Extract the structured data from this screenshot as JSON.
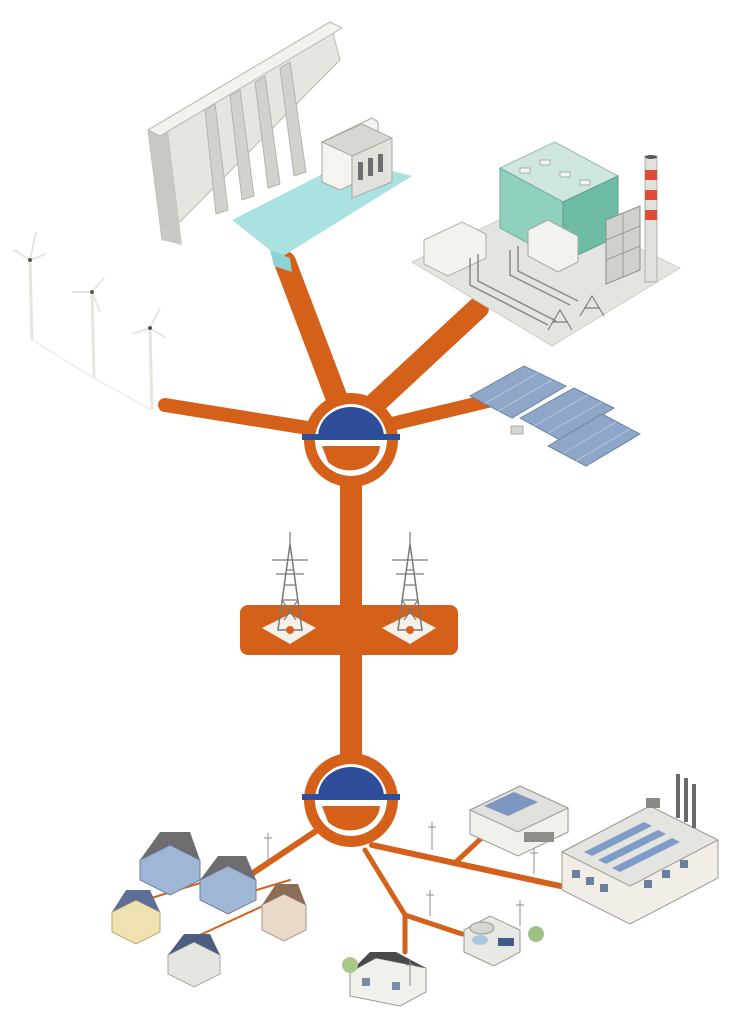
{
  "diagram": {
    "colors": {
      "grid_orange": "#D4601A",
      "hub_blue": "#2E4E9A",
      "dam_concrete": "#D9D9D4",
      "water": "#A9E2E0",
      "plant_green": "#8FD1BE",
      "stack_red": "#E04A3A",
      "solar_blue": "#8EA7C8",
      "house_tan": "#EFE1B0",
      "building_gray": "#E8E8E4"
    },
    "generation_sources": [
      {
        "name": "hydroelectric-dam",
        "icon": "dam-icon"
      },
      {
        "name": "power-plant",
        "icon": "factory-smokestack-icon"
      },
      {
        "name": "wind-turbines",
        "icon": "wind-turbine-icon"
      },
      {
        "name": "solar-farm",
        "icon": "solar-panel-icon"
      }
    ],
    "hubs": [
      {
        "name": "generation-hub",
        "icon": "electricity-e-icon"
      },
      {
        "name": "distribution-hub",
        "icon": "electricity-e-icon"
      }
    ],
    "transmission": {
      "towers": 2,
      "icon": "transmission-tower-icon"
    },
    "consumers": [
      {
        "name": "residential-houses",
        "icon": "house-icon",
        "count": 5
      },
      {
        "name": "townhouses",
        "icon": "townhouse-icon"
      },
      {
        "name": "commercial-building",
        "icon": "store-icon"
      },
      {
        "name": "office-building",
        "icon": "office-icon"
      },
      {
        "name": "factory",
        "icon": "factory-icon"
      }
    ]
  }
}
